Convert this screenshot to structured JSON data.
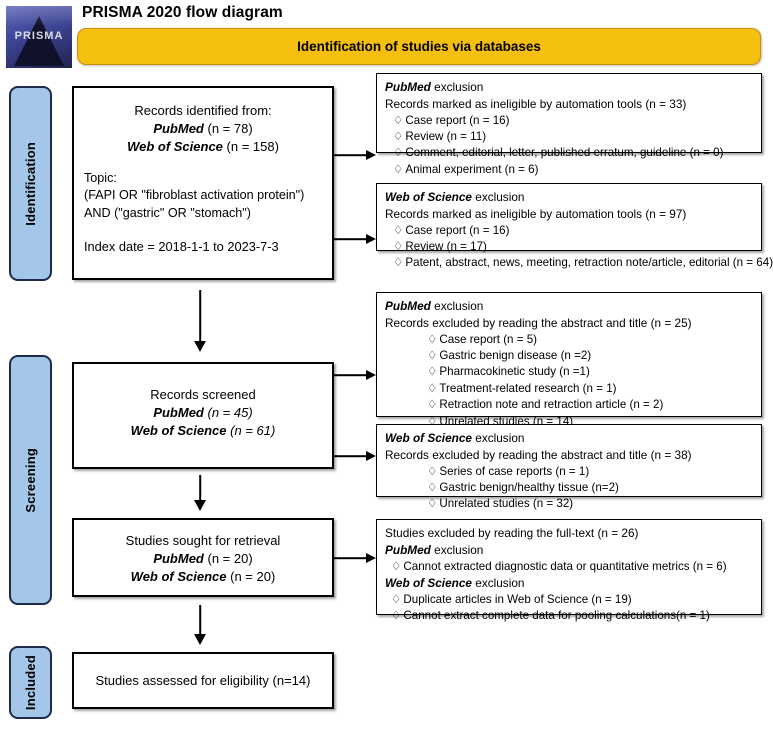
{
  "title": "PRISMA 2020 flow diagram",
  "logo": {
    "word": "PRISMA",
    "alt": "prisma-logo"
  },
  "banner": {
    "label": "Identification of studies via databases",
    "color": "#F5BF10"
  },
  "stages": [
    {
      "key": "identification",
      "label": "Identification"
    },
    {
      "key": "screening",
      "label": "Screening"
    },
    {
      "key": "included",
      "label": "Included"
    }
  ],
  "stage_color": "#A4C6E8",
  "boxes": {
    "identified": {
      "line1": "Records identified from:",
      "db1_name": "PubMed",
      "db1_count": "(n = 78)",
      "db2_name": "Web of Science",
      "db2_count": "(n = 158)",
      "topic_label": "Topic:",
      "topic_line1": "(FAPI OR \"fibroblast activation protein\")",
      "topic_line2": " AND (\"gastric\" OR \"stomach\")",
      "index_date": "Index date = 2018-1-1 to 2023-7-3"
    },
    "screened": {
      "line1": "Records screened",
      "db1_name": "PubMed",
      "db1_count": "(n = 45)",
      "db2_name": "Web of Science",
      "db2_count": "(n = 61)"
    },
    "sought": {
      "line1": "Studies sought for retrieval",
      "db1_name": "PubMed",
      "db1_count": "(n = 20)",
      "db2_name": "Web of Science",
      "db2_count": "(n = 20)"
    },
    "eligibility": {
      "line1": "Studies assessed for eligibility (n=14)"
    }
  },
  "exclusions": {
    "pubmed_auto": {
      "source": "PubMed",
      "source_suffix": " exclusion",
      "headline": "Records marked as ineligible by automation tools (n = 33)",
      "items": [
        "Case report (n = 16)",
        "Review (n = 11)",
        "Comment, editorial, letter, published erratum, guideline (n = 0)",
        "Animal experiment (n = 6)"
      ]
    },
    "wos_auto": {
      "source": "Web of Science",
      "source_suffix": " exclusion",
      "headline": "Records marked as ineligible by automation tools (n = 97)",
      "items": [
        "Case report (n = 16)",
        "Review (n = 17)",
        "Patent, abstract, news, meeting, retraction note/article, editorial (n = 64)"
      ]
    },
    "pubmed_screen": {
      "source": "PubMed",
      "source_suffix": " exclusion",
      "headline": "Records excluded by reading the abstract and title (n = 25)",
      "items": [
        "Case report (n =  5)",
        "Gastric benign disease (n =2)",
        "Pharmacokinetic study (n =1)",
        "Treatment-related research (n = 1)",
        "Retraction note and retraction article (n = 2)",
        "Unrelated studies (n = 14)"
      ]
    },
    "wos_screen": {
      "source": "Web of Science",
      "source_suffix": " exclusion",
      "headline": "Records excluded by reading the abstract and title (n = 38)",
      "items": [
        "Series of case reports (n =  1)",
        "Gastric benign/healthy tissue (n=2)",
        "Unrelated studies (n = 32)"
      ]
    },
    "fulltext": {
      "headline": "Studies excluded by reading the full-text (n = 26)",
      "pubmed_source": "PubMed",
      "pubmed_suffix": " exclusion",
      "pubmed_items": [
        "Cannot extracted diagnostic data or quantitative metrics (n = 6)"
      ],
      "wos_source": "Web of Science",
      "wos_suffix": " exclusion",
      "wos_items": [
        "Duplicate articles in Web of Science (n = 19)",
        "Cannot extract complete data for pooling calculations(n = 1)"
      ]
    }
  },
  "bullet_glyph": "♢"
}
